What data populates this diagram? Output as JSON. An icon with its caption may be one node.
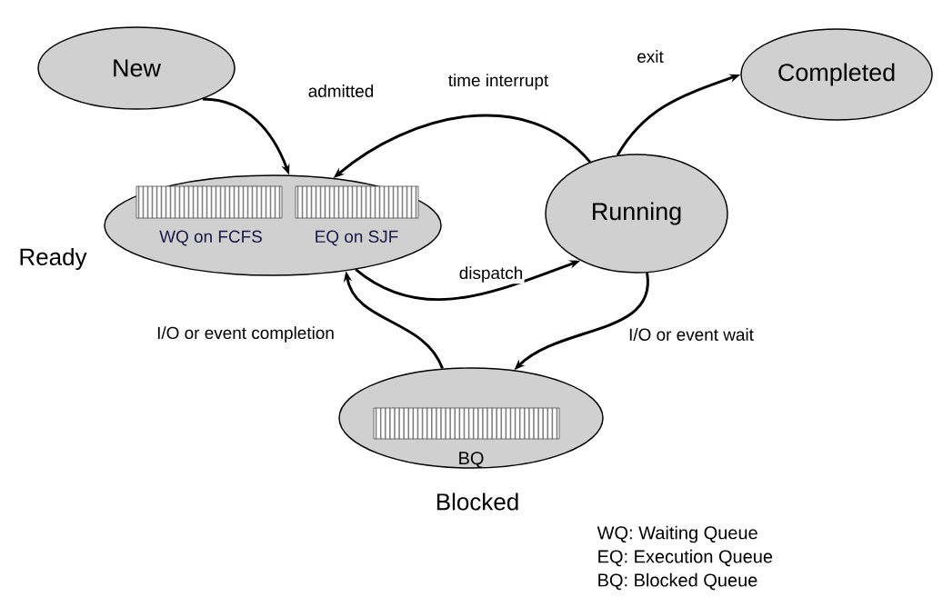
{
  "diagram": {
    "nodes": [
      {
        "text": [
          "New"
        ]
      },
      {
        "text": [
          "WQ on FCFS",
          "EQ on SJF",
          "Ready"
        ]
      },
      {
        "text": [
          "Running"
        ]
      },
      {
        "text": [
          "Completed"
        ]
      },
      {
        "text": [
          "BQ",
          "Blocked"
        ]
      }
    ],
    "edges": [
      {
        "from": 0,
        "to": 1,
        "arrow": "to",
        "label": "admitted"
      },
      {
        "from": 2,
        "to": 1,
        "arrow": "to",
        "label": "time  interrupt"
      },
      {
        "from": 1,
        "to": 2,
        "arrow": "to",
        "label": "dispatch"
      },
      {
        "from": 2,
        "to": 3,
        "arrow": "to",
        "label": "exit"
      },
      {
        "from": 2,
        "to": 4,
        "arrow": "to",
        "label": "I/O or event wait"
      },
      {
        "from": 4,
        "to": 1,
        "arrow": "to",
        "label": "I/O or event completion"
      }
    ],
    "labels": [
      "WQ: Waiting Queue",
      "EQ:   Execution Queue",
      "BQ:  Blocked Queue"
    ]
  }
}
